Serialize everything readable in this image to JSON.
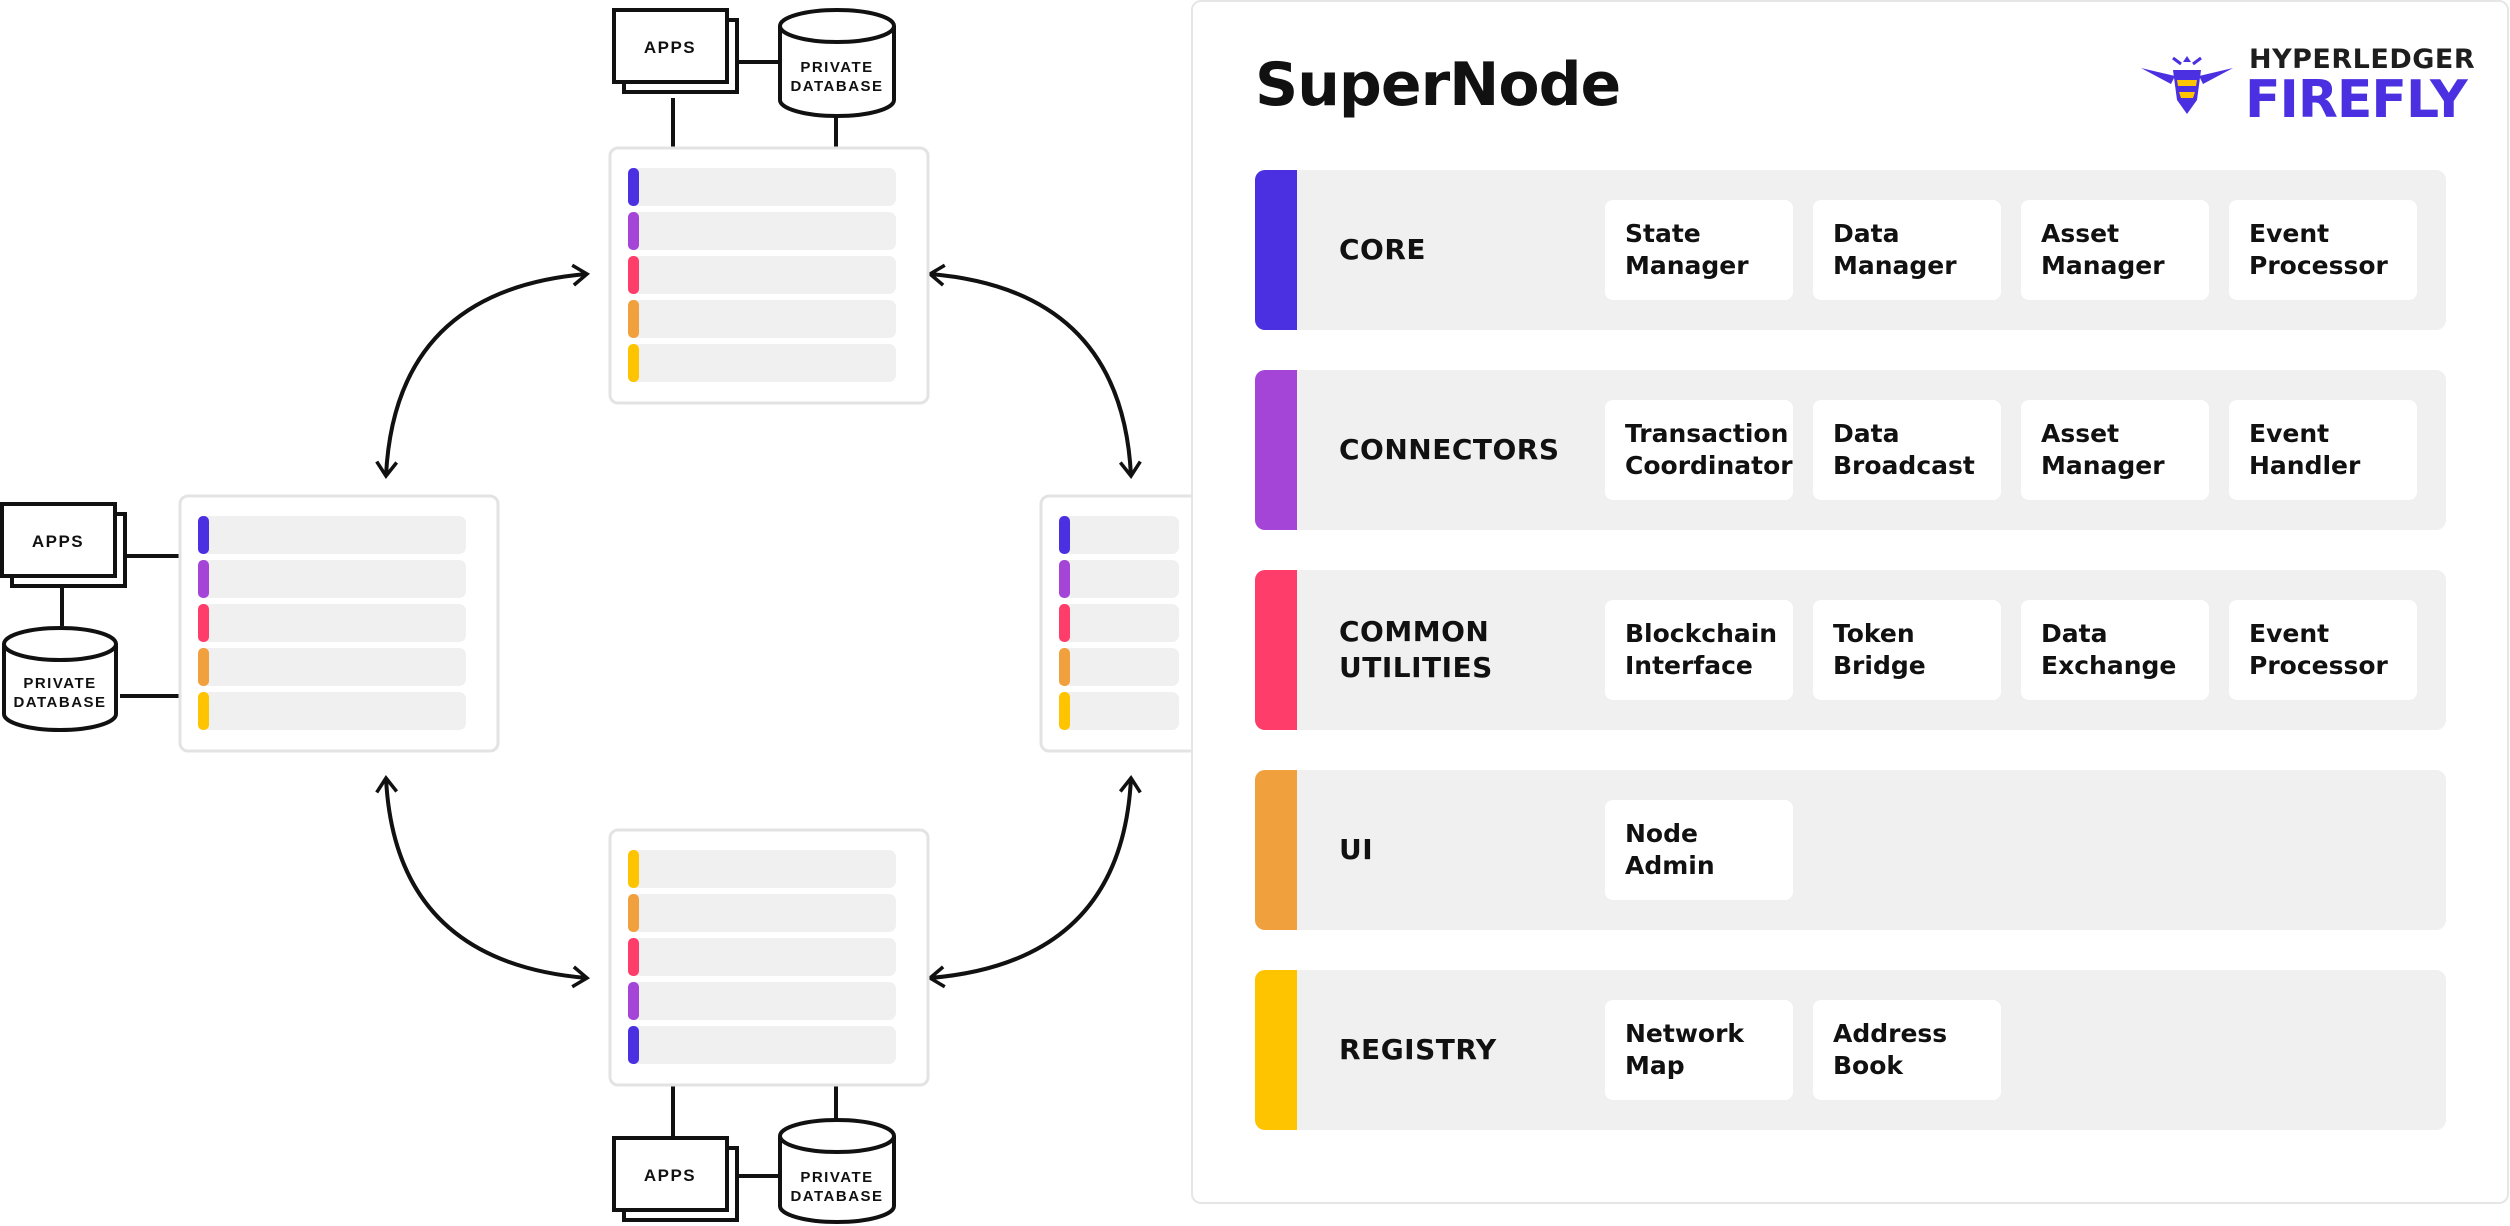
{
  "diagram": {
    "app_label": "APPS",
    "db_label": [
      "PRIVATE",
      "DATABASE"
    ]
  },
  "supernode": {
    "title": "SuperNode",
    "logo_top": "HYPERLEDGER",
    "logo_bottom": "FIREFLY",
    "layers": [
      {
        "name": "CORE",
        "color": "#4a30e0",
        "modules": [
          "State\nManager",
          "Data\nManager",
          "Asset\nManager",
          "Event\nProcessor"
        ]
      },
      {
        "name": "CONNECTORS",
        "color": "#a445d8",
        "modules": [
          "Transaction\nCoordinator",
          "Data\nBroadcast",
          "Asset\nManager",
          "Event\nHandler"
        ]
      },
      {
        "name": "COMMON\nUTILITIES",
        "color": "#ff3d6b",
        "modules": [
          "Blockchain\nInterface",
          "Token\nBridge",
          "Data\nExchange",
          "Event\nProcessor"
        ]
      },
      {
        "name": "UI",
        "color": "#f0a03c",
        "modules": [
          "Node\nAdmin"
        ]
      },
      {
        "name": "REGISTRY",
        "color": "#ffc400",
        "modules": [
          "Network\nMap",
          "Address\nBook"
        ]
      }
    ]
  },
  "colors": {
    "core": "#4a30e0",
    "connectors": "#a445d8",
    "common_utilities": "#ff3d6b",
    "ui": "#f0a03c",
    "registry": "#ffc400",
    "brand": "#4a30e0"
  }
}
